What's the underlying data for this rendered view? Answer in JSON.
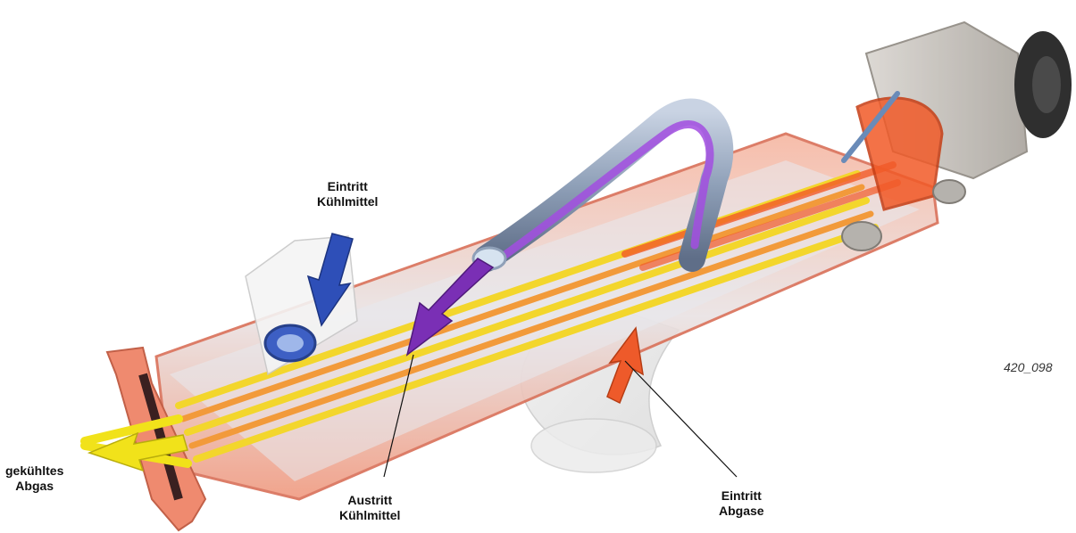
{
  "labels": {
    "coolant_inlet": [
      "Eintritt",
      "Kühlmittel"
    ],
    "coolant_outlet": [
      "Austritt",
      "Kühlmittel"
    ],
    "exhaust_inlet": [
      "Eintritt",
      "Abgase"
    ],
    "cooled_exhaust": [
      "gekühltes",
      "Abgas"
    ]
  },
  "figure_id": "420_098",
  "colors": {
    "shell": "#f08a6c",
    "coolant_in_arrow": "#2e4fb8",
    "coolant_out_arrow": "#7a2fb5",
    "exhaust_in_arrow": "#ee5a2a",
    "cooled_exhaust_arrow": "#f1e21a",
    "tube_yellow": "#f3d62c",
    "tube_orange": "#f29a3a",
    "pipe_grey": "#8fa0b8"
  }
}
